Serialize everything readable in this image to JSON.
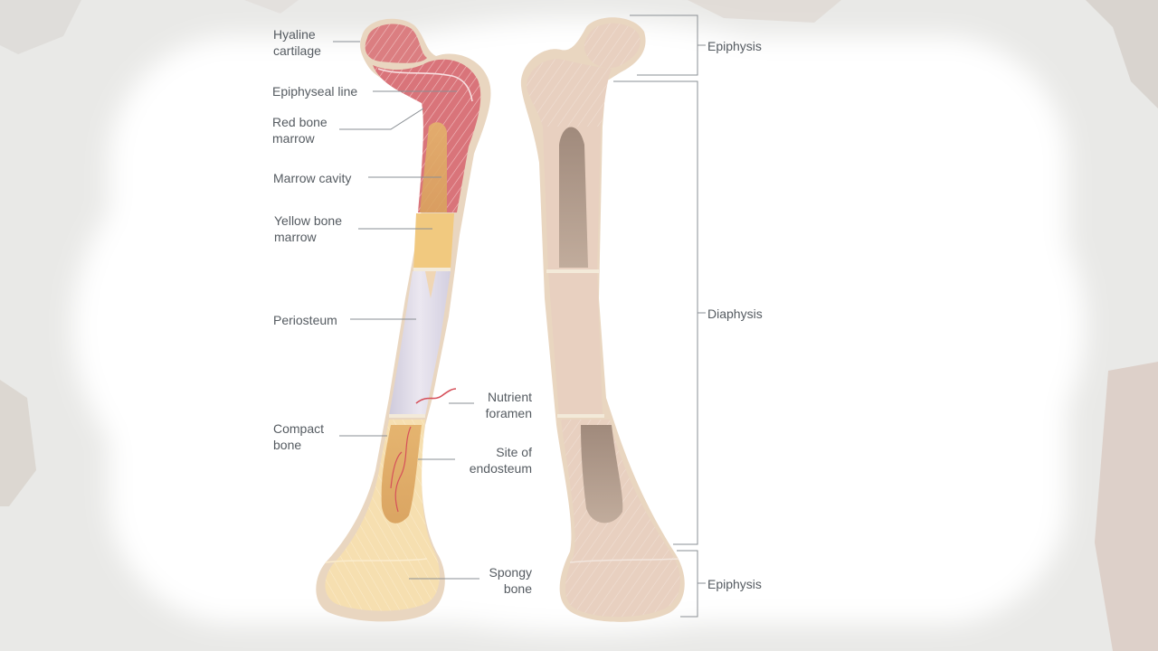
{
  "colors": {
    "background": "#ffffff",
    "frame_texture": "#e6e6e4",
    "bone_outline": "#e9d6c0",
    "red_marrow": "#d9747a",
    "yellow_marrow": "#f1c97f",
    "spongy_bone": "#f6dfb0",
    "periosteum": "#d8d4e2",
    "compact_bone": "#d9a25e",
    "nutrient_artery": "#d6505a",
    "plain_bone": "#e8d0c0",
    "plain_cavity": "#9b8578",
    "label_text": "#555b61",
    "leader_line": "#8a8f94"
  },
  "left_labels": {
    "hyaline_cartilage": "Hyaline\ncartilage",
    "epiphyseal_line": "Epiphyseal line",
    "red_bone_marrow": "Red bone\nmarrow",
    "marrow_cavity": "Marrow cavity",
    "yellow_bone_marrow": "Yellow bone\nmarrow",
    "periosteum": "Periosteum",
    "compact_bone": "Compact\nbone"
  },
  "center_labels": {
    "nutrient_foramen": "Nutrient\nforamen",
    "site_of_endosteum": "Site of\nendosteum",
    "spongy_bone": "Spongy\nbone"
  },
  "region_labels": {
    "epiphysis_top": "Epiphysis",
    "diaphysis": "Diaphysis",
    "epiphysis_bottom": "Epiphysis"
  }
}
